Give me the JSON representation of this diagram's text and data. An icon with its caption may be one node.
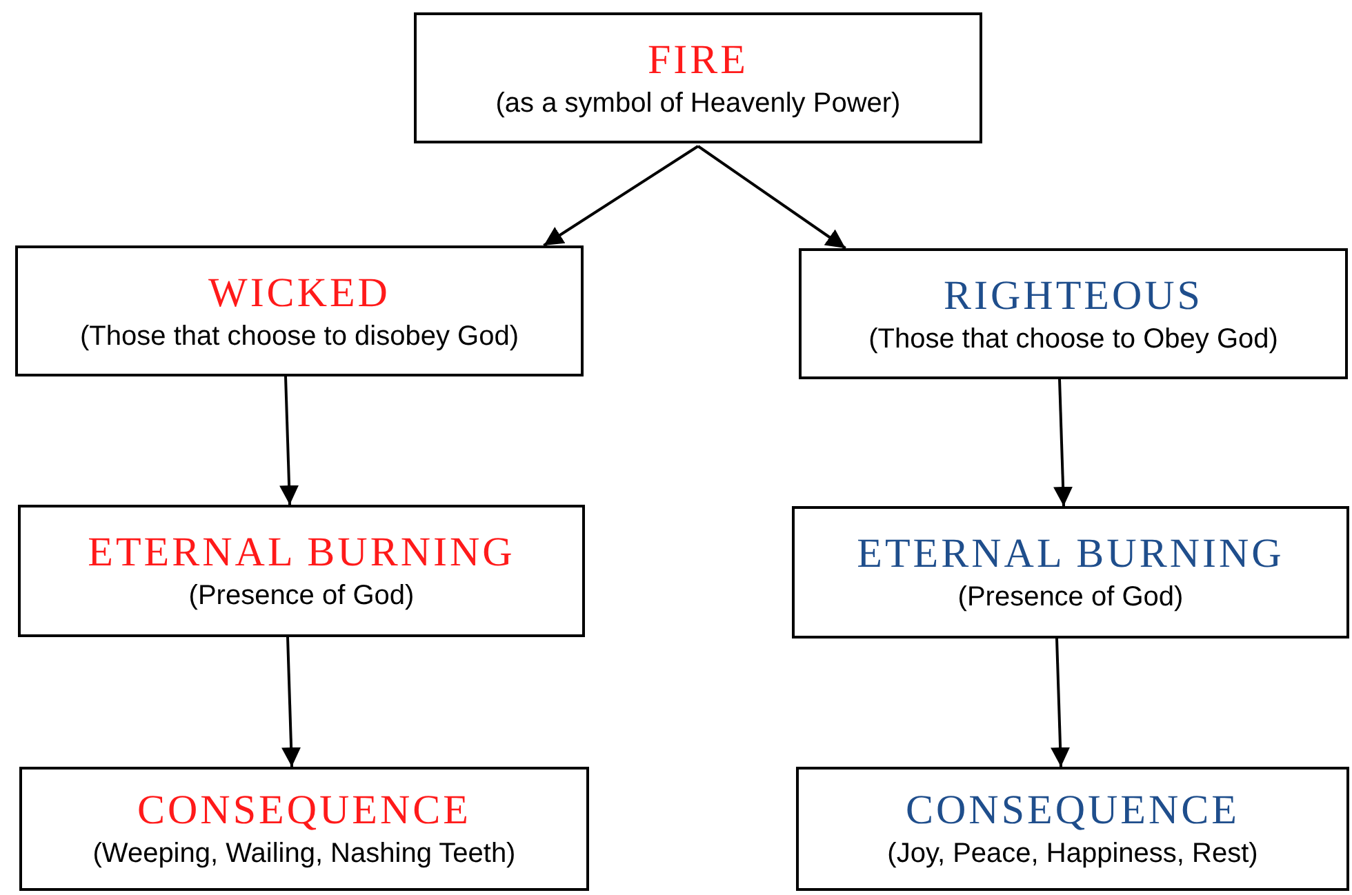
{
  "diagram": {
    "nodes": [
      {
        "text": [
          "FIRE",
          "(as a symbol of Heavenly Power)"
        ]
      },
      {
        "text": [
          "WICKED",
          "(Those that choose to disobey God)"
        ]
      },
      {
        "text": [
          "RIGHTEOUS",
          "(Those that choose to Obey God)"
        ]
      },
      {
        "text": [
          "ETERNAL BURNING",
          "(Presence of God)"
        ]
      },
      {
        "text": [
          "ETERNAL BURNING",
          "(Presence of God)"
        ]
      },
      {
        "text": [
          "CONSEQUENCE",
          "(Weeping, Wailing, Nashing Teeth)"
        ]
      },
      {
        "text": [
          "CONSEQUENCE",
          "(Joy, Peace, Happiness, Rest)"
        ]
      }
    ],
    "edges": [
      {
        "from": 0,
        "to": 1,
        "arrow": "to"
      },
      {
        "from": 0,
        "to": 2,
        "arrow": "to"
      },
      {
        "from": 1,
        "to": 3,
        "arrow": "to"
      },
      {
        "from": 2,
        "to": 4,
        "arrow": "to"
      },
      {
        "from": 3,
        "to": 5,
        "arrow": "to"
      },
      {
        "from": 4,
        "to": 6,
        "arrow": "to"
      }
    ]
  }
}
